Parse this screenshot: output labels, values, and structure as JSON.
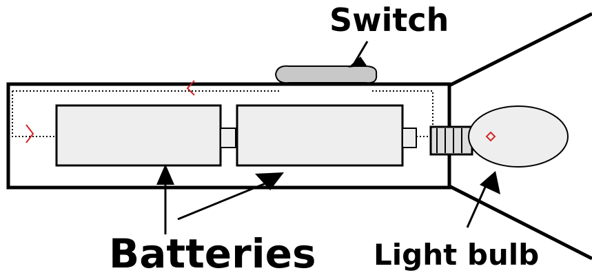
{
  "labels": {
    "switch": "Switch",
    "batteries": "Batteries",
    "light_bulb": "Light bulb"
  },
  "colors": {
    "outline": "#000000",
    "battery_fill": "#eeeeee",
    "switch_fill": "#c8c8c8",
    "bulb_fill": "#eeeeee",
    "current_arrow": "#d22222",
    "background": "#ffffff"
  }
}
